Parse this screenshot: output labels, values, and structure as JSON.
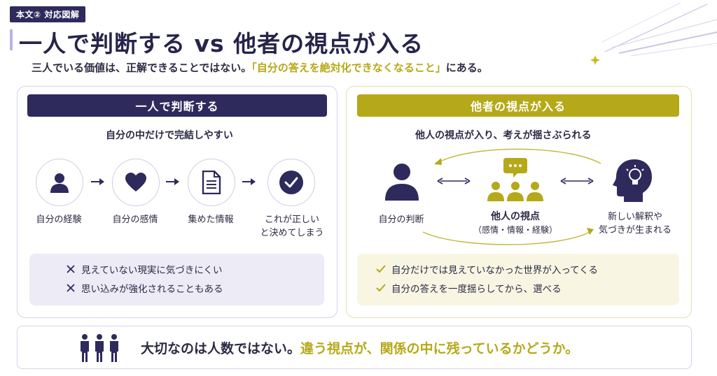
{
  "header": {
    "tag": "本文② 対応図解",
    "title": "一人で判断する vs 他者の視点が入る",
    "subtitle_prefix": "三人でいる価値は、正解できることではない。",
    "subtitle_highlight": "「自分の答えを絶対化できなくなること」",
    "subtitle_suffix": "にある。"
  },
  "left_panel": {
    "heading": "一人で判断する",
    "caption": "自分の中だけで完結しやすい",
    "steps": [
      {
        "icon": "person-icon",
        "label": "自分の経験"
      },
      {
        "icon": "heart-icon",
        "label": "自分の感情"
      },
      {
        "icon": "document-icon",
        "label": "集めた情報"
      },
      {
        "icon": "check-icon",
        "label_line1": "これが正しい",
        "label_line2": "と決めてしまう"
      }
    ],
    "notes": [
      "見えていない現実に気づきにくい",
      "思い込みが強化されることもある"
    ]
  },
  "right_panel": {
    "heading": "他者の視点が入る",
    "caption": "他人の視点が入り、考えが揺さぶられる",
    "nodes": {
      "self": "自分の判断",
      "others_line1": "他人の視点",
      "others_line2": "（感情・情報・経験）",
      "new_line1": "新しい解釈や",
      "new_line2": "気づきが生まれる"
    },
    "notes": [
      "自分だけでは見えていなかった世界が入ってくる",
      "自分の答えを一度揺らしてから、選べる"
    ]
  },
  "bottom": {
    "text_prefix": "大切なのは人数ではない。",
    "text_highlight": "違う視点が、関係の中に残っているかどうか。"
  },
  "colors": {
    "navy": "#2e2a5c",
    "olive": "#b5a91a",
    "lavender": "#ecebf6",
    "cream": "#f8f6e2"
  }
}
